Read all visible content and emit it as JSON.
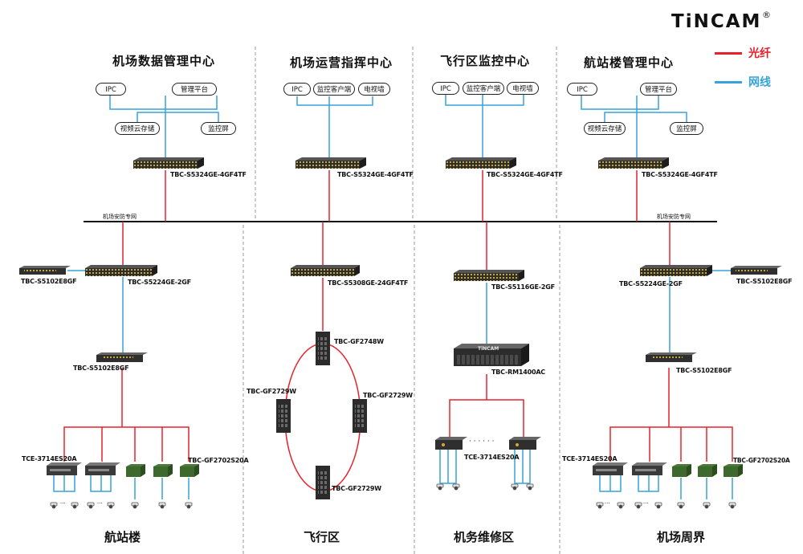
{
  "logo": {
    "text": "TiNCAM",
    "registered": "®"
  },
  "legend": {
    "items": [
      {
        "label": "光纤",
        "color": "#e8202a"
      },
      {
        "label": "网线",
        "color": "#36a3dc"
      }
    ]
  },
  "colors": {
    "fiber": "#e8202a",
    "ethernet": "#36a3dc",
    "backbone": "#111111",
    "divider": "#9a9a9a",
    "device": "#2a2a2a"
  },
  "sections": {
    "data_center": {
      "title": "机场数据管理中心",
      "endpoints": [
        "IPC",
        "管理平台",
        "视频云存储",
        "监控屏"
      ],
      "switch_model": "TBC-S5324GE-4GF4TF"
    },
    "ops_center": {
      "title": "机场运营指挥中心",
      "endpoints": [
        "IPC",
        "监控客户端",
        "电视墙"
      ],
      "switch_model": "TBC-S5324GE-4GF4TF"
    },
    "airside_center": {
      "title": "飞行区监控中心",
      "endpoints": [
        "IPC",
        "监控客户端",
        "电视墙"
      ],
      "switch_model": "TBC-S5324GE-4GF4TF"
    },
    "terminal_center": {
      "title": "航站楼管理中心",
      "endpoints": [
        "IPC",
        "管理平台",
        "视频云存储",
        "监控屏"
      ],
      "switch_model": "TBC-S5324GE-4GF4TF"
    }
  },
  "backbone": {
    "label_left": "机场安防专网",
    "label_right": "机场安防专网"
  },
  "lower": {
    "terminal": {
      "side_switch": "TBC-S5102E8GF",
      "core_switch": "TBC-S5224GE-2GF",
      "access_switch": "TBC-S5102E8GF",
      "encoder_model": "TCE-3714ES20A",
      "converter_model": "TBC-GF2702S20A",
      "area_name": "航站楼"
    },
    "airfield": {
      "core_switch": "TBC-S5308GE-24GF4TF",
      "ring_top": "TBC-GF2748W",
      "ring_left": "TBC-GF2729W",
      "ring_right": "TBC-GF2729W",
      "ring_bottom": "TBC-GF2729W",
      "area_name": "飞行区"
    },
    "maintenance": {
      "switch": "TBC-S5116GE-2GF",
      "chassis": "TBC-RM1400AC",
      "chassis_brand": "TiNCAM",
      "encoder_model": "TCE-3714ES20A",
      "dots": "· · · · · ·",
      "area_name": "机务维修区"
    },
    "perimeter": {
      "core_switch": "TBC-S5224GE-2GF",
      "side_switch": "TBC-S5102E8GF",
      "access_switch": "TBC-S5102E8GF",
      "encoder_model": "TCE-3714ES20A",
      "converter_model": "TBC-GF2702S20A",
      "area_name": "机场周界"
    }
  },
  "camera_ellipsis": "···"
}
